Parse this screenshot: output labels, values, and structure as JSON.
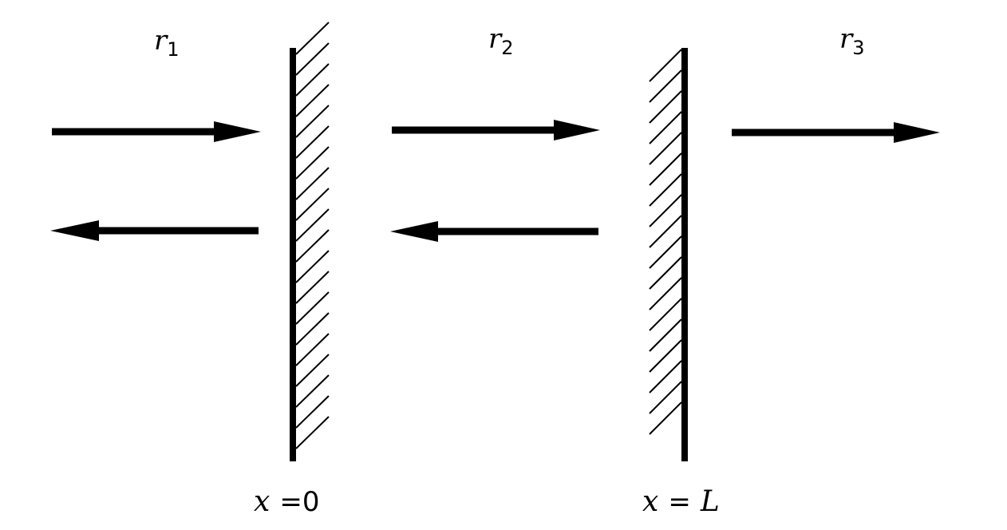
{
  "regions": [
    {
      "symbol": "r",
      "subscript": "1"
    },
    {
      "symbol": "r",
      "subscript": "2"
    },
    {
      "symbol": "r",
      "subscript": "3"
    }
  ],
  "walls": [
    {
      "variable": "x",
      "operator": "=",
      "value": "0"
    },
    {
      "variable": "x",
      "operator": "=",
      "value": "L"
    }
  ],
  "colors": {
    "stroke": "#000000",
    "background": "#ffffff"
  }
}
